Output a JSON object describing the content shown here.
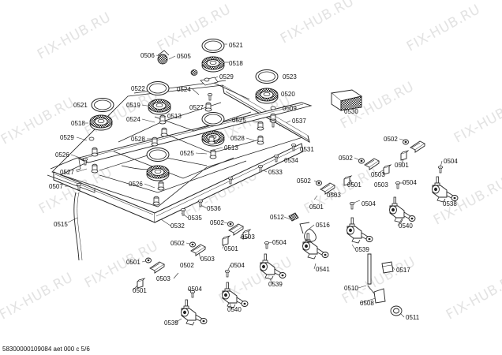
{
  "watermark_text": "FIX-HUB.RU",
  "footer_text": "58300000109084 aet 000 c 5/6",
  "part_labels": [
    {
      "id": "p1",
      "text": "0521"
    },
    {
      "id": "p2",
      "text": "0506"
    },
    {
      "id": "p3",
      "text": "0505"
    },
    {
      "id": "p4",
      "text": "0518"
    },
    {
      "id": "p5",
      "text": "0529"
    },
    {
      "id": "p6",
      "text": "0523"
    },
    {
      "id": "p7",
      "text": "0522"
    },
    {
      "id": "p8",
      "text": "0524"
    },
    {
      "id": "p9",
      "text": "0520"
    },
    {
      "id": "p10",
      "text": "0521"
    },
    {
      "id": "p11",
      "text": "0519"
    },
    {
      "id": "p12",
      "text": "0527"
    },
    {
      "id": "p13",
      "text": "0509"
    },
    {
      "id": "p14",
      "text": "0518"
    },
    {
      "id": "p15",
      "text": "0524"
    },
    {
      "id": "p16",
      "text": "0513"
    },
    {
      "id": "p17",
      "text": "0525"
    },
    {
      "id": "p18",
      "text": "0537"
    },
    {
      "id": "p19",
      "text": "0530"
    },
    {
      "id": "p20",
      "text": "0528"
    },
    {
      "id": "p21",
      "text": "0529"
    },
    {
      "id": "p22",
      "text": "0528"
    },
    {
      "id": "p23",
      "text": "0502"
    },
    {
      "id": "p24",
      "text": "0525"
    },
    {
      "id": "p25",
      "text": "0513"
    },
    {
      "id": "p26",
      "text": "0531"
    },
    {
      "id": "p27",
      "text": "0526"
    },
    {
      "id": "p28",
      "text": "0534"
    },
    {
      "id": "p29",
      "text": "0502"
    },
    {
      "id": "p30",
      "text": "0503"
    },
    {
      "id": "p31",
      "text": "0504"
    },
    {
      "id": "p32",
      "text": "0501"
    },
    {
      "id": "p33",
      "text": "0527"
    },
    {
      "id": "p34",
      "text": "0533"
    },
    {
      "id": "p35",
      "text": "0503"
    },
    {
      "id": "p36",
      "text": "0501"
    },
    {
      "id": "p37",
      "text": "0504"
    },
    {
      "id": "p38",
      "text": "0507"
    },
    {
      "id": "p39",
      "text": "0526"
    },
    {
      "id": "p40",
      "text": "0502"
    },
    {
      "id": "p41",
      "text": "0503"
    },
    {
      "id": "p42",
      "text": "0501"
    },
    {
      "id": "p43",
      "text": "0504"
    },
    {
      "id": "p44",
      "text": "0538"
    },
    {
      "id": "p45",
      "text": "0536"
    },
    {
      "id": "p46",
      "text": "0512"
    },
    {
      "id": "p47",
      "text": "0535"
    },
    {
      "id": "p48",
      "text": "0515"
    },
    {
      "id": "p49",
      "text": "0532"
    },
    {
      "id": "p50",
      "text": "0502"
    },
    {
      "id": "p51",
      "text": "0503"
    },
    {
      "id": "p52",
      "text": "0516"
    },
    {
      "id": "p53",
      "text": "0540"
    },
    {
      "id": "p54",
      "text": "0502"
    },
    {
      "id": "p55",
      "text": "0503"
    },
    {
      "id": "p56",
      "text": "0501"
    },
    {
      "id": "p57",
      "text": "0504"
    },
    {
      "id": "p58",
      "text": "0539"
    },
    {
      "id": "p59",
      "text": "0501"
    },
    {
      "id": "p60",
      "text": "0502"
    },
    {
      "id": "p61",
      "text": "0504"
    },
    {
      "id": "p62",
      "text": "0517"
    },
    {
      "id": "p63",
      "text": "0503"
    },
    {
      "id": "p64",
      "text": "0541"
    },
    {
      "id": "p65",
      "text": "0501"
    },
    {
      "id": "p66",
      "text": "0539"
    },
    {
      "id": "p67",
      "text": "0510"
    },
    {
      "id": "p68",
      "text": "0504"
    },
    {
      "id": "p69",
      "text": "0508"
    },
    {
      "id": "p70",
      "text": "0540"
    },
    {
      "id": "p71",
      "text": "0539"
    },
    {
      "id": "p72",
      "text": "0511"
    }
  ]
}
